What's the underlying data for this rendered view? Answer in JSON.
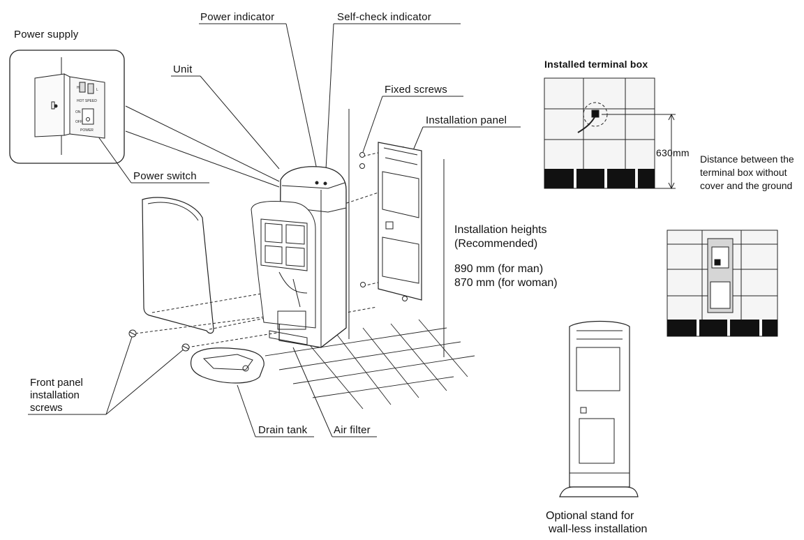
{
  "labels": {
    "power_supply": "Power supply",
    "power_indicator": "Power indicator",
    "self_check_indicator": "Self-check indicator",
    "unit": "Unit",
    "fixed_screws": "Fixed screws",
    "installation_panel": "Installation panel",
    "power_switch": "Power switch",
    "front_panel_line1": "Front panel",
    "front_panel_line2": "installation",
    "front_panel_line3": "screws",
    "drain_tank": "Drain tank",
    "air_filter": "Air filter",
    "installation_heights_line1": "Installation heights",
    "installation_heights_line2": "(Recommended)",
    "height_man": "890 mm (for man)",
    "height_woman": "870 mm (for woman)",
    "installed_terminal_box": "Installed terminal box",
    "distance_value": "630mm",
    "distance_desc_line1": "Distance between the",
    "distance_desc_line2": "terminal box without",
    "distance_desc_line3": "cover and the ground",
    "stand_line1": "Optional stand for",
    "stand_line2": "wall-less installation"
  },
  "switch_panel_text": {
    "hot_speed": "HOT SPEED",
    "on": "ON",
    "off": "OFF",
    "power": "POWER",
    "h": "H",
    "l": "L"
  },
  "icons": [
    "screw-icon",
    "terminal-box-icon"
  ]
}
